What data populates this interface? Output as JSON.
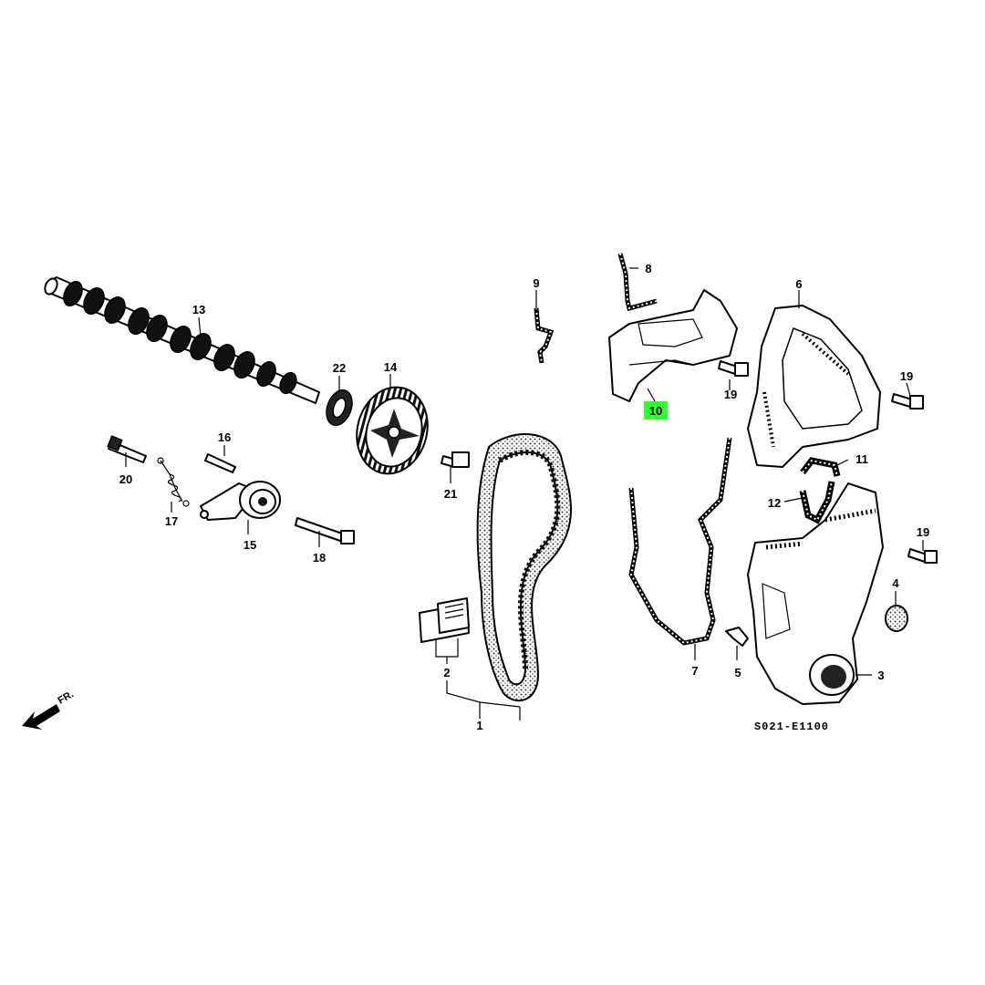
{
  "diagram_code": "S021-E1100",
  "front_marker": "FR.",
  "highlight_color": "#33ff33",
  "highlighted_part": "10",
  "parts": {
    "p1": "1",
    "p2": "2",
    "p3": "3",
    "p4": "4",
    "p5": "5",
    "p6": "6",
    "p7": "7",
    "p8": "8",
    "p9": "9",
    "p10": "10",
    "p11": "11",
    "p12": "12",
    "p13": "13",
    "p14": "14",
    "p15": "15",
    "p16": "16",
    "p17": "17",
    "p18": "18",
    "p19a": "19",
    "p19b": "19",
    "p19c": "19",
    "p20": "20",
    "p21": "21",
    "p22": "22"
  }
}
